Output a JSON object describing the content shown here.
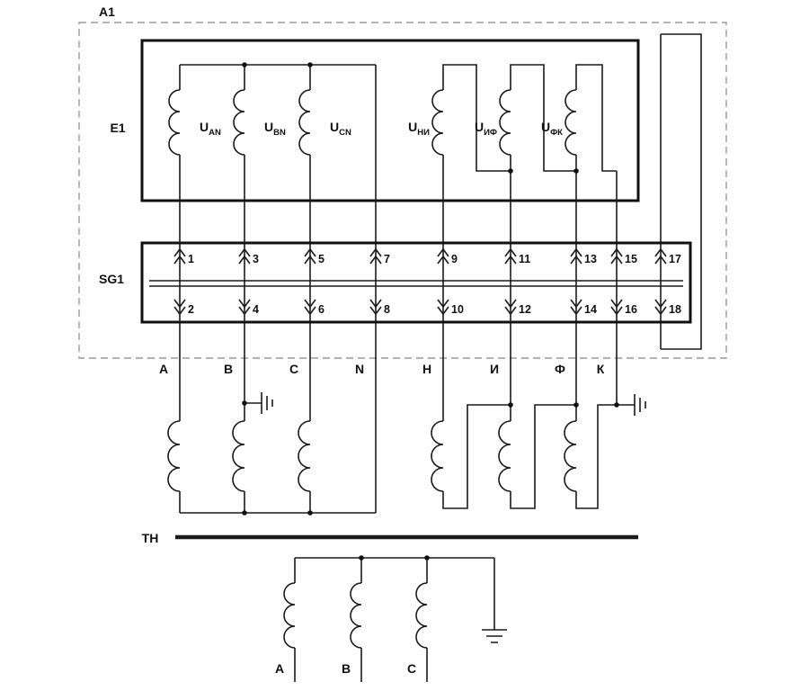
{
  "labels": {
    "a1": "A1",
    "e1": "E1",
    "sg1": "SG1",
    "tn": "ТН"
  },
  "e1": {
    "coils": [
      {
        "base": "U",
        "sub": "AN"
      },
      {
        "base": "U",
        "sub": "BN"
      },
      {
        "base": "U",
        "sub": "CN"
      },
      {
        "base": "U",
        "sub": "НИ"
      },
      {
        "base": "U",
        "sub": "ИФ"
      },
      {
        "base": "U",
        "sub": "ФК"
      }
    ]
  },
  "sg1": {
    "top": [
      "1",
      "3",
      "5",
      "7",
      "9",
      "11",
      "13",
      "15",
      "17"
    ],
    "bottom": [
      "2",
      "4",
      "6",
      "8",
      "10",
      "12",
      "14",
      "16",
      "18"
    ]
  },
  "bus_labels": [
    "А",
    "В",
    "С",
    "N",
    "Н",
    "И",
    "Ф",
    "К"
  ],
  "tn": {
    "phases": [
      "А",
      "В",
      "С"
    ]
  }
}
